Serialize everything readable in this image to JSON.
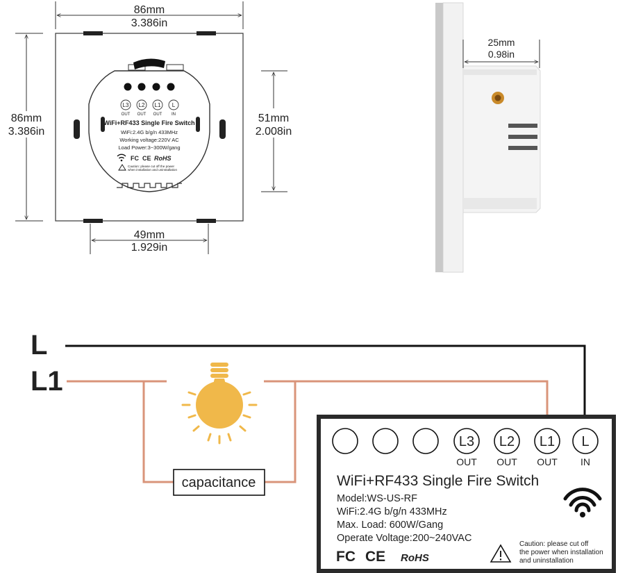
{
  "dimensions": {
    "top_width": {
      "mm": "86mm",
      "in": "3.386in"
    },
    "left_height": {
      "mm": "86mm",
      "in": "3.386in"
    },
    "inner_height": {
      "mm": "51mm",
      "in": "2.008in"
    },
    "bottom_width": {
      "mm": "49mm",
      "in": "1.929in"
    },
    "depth": {
      "mm": "25mm",
      "in": "0.98in"
    }
  },
  "back_label": {
    "terminals": [
      {
        "name": "L3",
        "sub": "OUT"
      },
      {
        "name": "L2",
        "sub": "OUT"
      },
      {
        "name": "L1",
        "sub": "OUT"
      },
      {
        "name": "L",
        "sub": "IN"
      }
    ],
    "title": "WiFi+RF433 Single Fire Switch",
    "line1": "WiFi:2.4G b/g/n 433MHz",
    "line2": "Working voltage:220V AC",
    "line3": "Load Power:3~300W/gang",
    "fc": "FC",
    "ce": "CE",
    "rohs": "RoHS",
    "caution": "Caution: please cut off the power",
    "caution2": "when installation and uninstallation"
  },
  "wiring": {
    "live_label": "L",
    "load_label": "L1",
    "capacitor_label": "capacitance",
    "icons": {
      "bulb": "light-bulb-icon",
      "wifi": "wifi-icon",
      "warning": "warning-triangle-icon"
    },
    "colors": {
      "live": "#111111",
      "load": "#d9947a",
      "bulb": "#f0b84a"
    },
    "panel": {
      "terminals": [
        {
          "name": "L3",
          "sub": "OUT"
        },
        {
          "name": "L2",
          "sub": "OUT"
        },
        {
          "name": "L1",
          "sub": "OUT"
        },
        {
          "name": "L",
          "sub": "IN"
        }
      ],
      "title": "WiFi+RF433 Single Fire Switch",
      "model": "Model:WS-US-RF",
      "wifi": "WiFi:2.4G b/g/n 433MHz",
      "max_load": "Max. Load: 600W/Gang",
      "voltage": "Operate Voltage:200~240VAC",
      "fc": "FC",
      "ce": "CE",
      "rohs": "RoHS",
      "caution1": "Caution: please cut off",
      "caution2": "the power when installation",
      "caution3": "and uninstallation"
    }
  }
}
